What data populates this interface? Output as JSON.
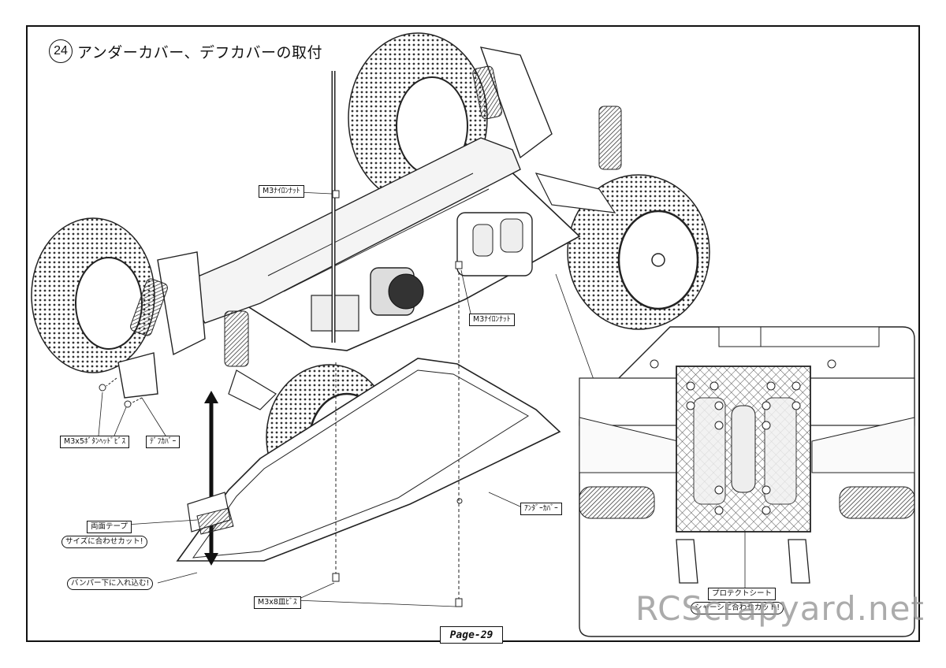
{
  "step": {
    "number": "24",
    "title": "アンダーカバー、デフカバーの取付"
  },
  "labels": {
    "m3_nylon_nut_top": "M3ﾅｲﾛﾝﾅｯﾄ",
    "m3_nylon_nut_mid": "M3ﾅｲﾛﾝﾅｯﾄ",
    "m3x5_button_screw": "M3x5ﾎﾞﾀﾝﾍｯﾄﾞﾋﾞｽ",
    "diff_cover": "ﾃﾞﾌｶﾊﾞｰ",
    "under_cover": "ｱﾝﾀﾞｰｶﾊﾞｰ",
    "double_sided_tape": "両面テープ",
    "cut_to_size": "サイズに合わせカット!",
    "tuck_under_bumper": "バンパー下に入れ込む!",
    "m3x8_flat_screw": "M3x8皿ﾋﾞｽ",
    "protect_sheet": "プロテクトシート",
    "cut_to_chassis": "シャーシに合わせカット!"
  },
  "page": "Page-29",
  "watermark": "RCScrapyard.net"
}
